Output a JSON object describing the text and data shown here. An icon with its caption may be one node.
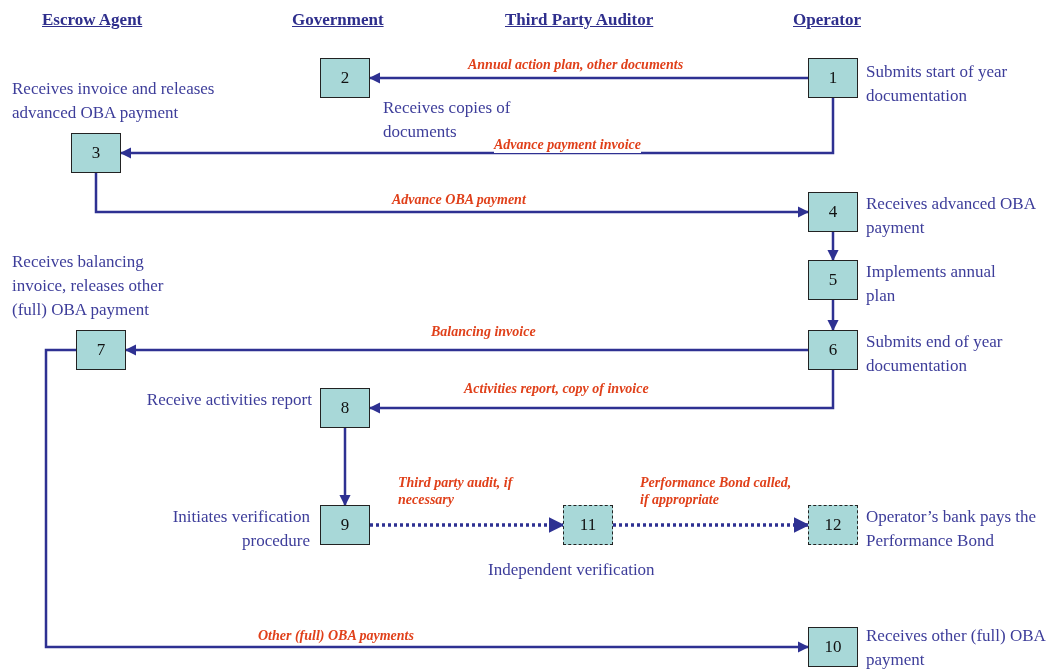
{
  "diagram": {
    "nodes": [
      {
        "text": [
          "1"
        ],
        "beside": [
          "Submits start of year documentation"
        ]
      },
      {
        "text": [
          "2"
        ],
        "beside": [
          "Receives copies of documents"
        ]
      },
      {
        "text": [
          "3"
        ],
        "beside": [
          "Receives invoice and releases advanced OBA payment"
        ]
      },
      {
        "text": [
          "4"
        ],
        "beside": [
          "Receives advanced OBA payment"
        ]
      },
      {
        "text": [
          "5"
        ],
        "beside": [
          "Implements annual plan"
        ]
      },
      {
        "text": [
          "6"
        ],
        "beside": [
          "Submits end of year documentation"
        ]
      },
      {
        "text": [
          "7"
        ],
        "beside": [
          "Receives balancing invoice, releases other (full) OBA payment"
        ]
      },
      {
        "text": [
          "8"
        ],
        "beside": [
          "Receive activities report"
        ]
      },
      {
        "text": [
          "9"
        ],
        "beside": [
          "Initiates verification procedure"
        ]
      },
      {
        "text": [
          "10"
        ],
        "beside": [
          "Receives other (full) OBA payment"
        ]
      },
      {
        "text": [
          "11"
        ],
        "beside": [
          "Independent verification"
        ]
      },
      {
        "text": [
          "12"
        ],
        "beside": [
          "Operator’s bank pays the Performance Bond"
        ]
      }
    ],
    "edges": [
      {
        "from": 0,
        "to": 1,
        "arrow": "to",
        "label": "Annual action plan, other documents"
      },
      {
        "from": 0,
        "to": 2,
        "arrow": "to",
        "label": "Advance payment invoice"
      },
      {
        "from": 2,
        "to": 3,
        "arrow": "to",
        "label": "Advance OBA payment"
      },
      {
        "from": 3,
        "to": 4,
        "arrow": "to"
      },
      {
        "from": 4,
        "to": 5,
        "arrow": "to"
      },
      {
        "from": 5,
        "to": 6,
        "arrow": "to",
        "label": "Balancing invoice"
      },
      {
        "from": 5,
        "to": 7,
        "arrow": "to",
        "label": "Activities report, copy of invoice"
      },
      {
        "from": 7,
        "to": 8,
        "arrow": "to"
      },
      {
        "from": 8,
        "to": 10,
        "arrow": "to",
        "label": "Third party audit, if necessary",
        "style": "dashed"
      },
      {
        "from": 10,
        "to": 11,
        "arrow": "to",
        "label": "Performance Bond called, if appropriate",
        "style": "dashed"
      },
      {
        "from": 6,
        "to": 9,
        "arrow": "to",
        "label": "Other (full) OBA payments"
      }
    ],
    "labels": [
      "Escrow Agent",
      "Government",
      "Third Party Auditor",
      "Operator"
    ]
  }
}
